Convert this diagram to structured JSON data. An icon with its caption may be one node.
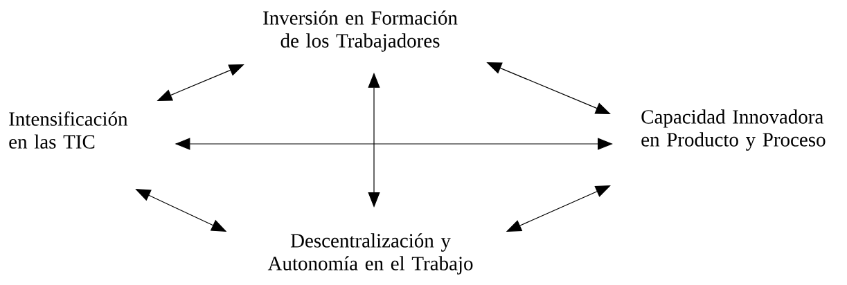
{
  "diagram": {
    "nodes": [
      {
        "text": [
          "Intensificación en las TIC"
        ]
      },
      {
        "text": [
          "Inversión en Formación de los Trabajadores"
        ]
      },
      {
        "text": [
          "Capacidad Innovadora en Producto y Proceso"
        ]
      },
      {
        "text": [
          "Descentralización y Autonomía en el Trabajo"
        ]
      }
    ],
    "edges": [
      {
        "from": 0,
        "to": 1,
        "arrow": "both"
      },
      {
        "from": 1,
        "to": 2,
        "arrow": "both"
      },
      {
        "from": 0,
        "to": 2,
        "arrow": "both"
      },
      {
        "from": 1,
        "to": 3,
        "arrow": "both"
      },
      {
        "from": 0,
        "to": 3,
        "arrow": "both"
      },
      {
        "from": 3,
        "to": 2,
        "arrow": "both"
      }
    ]
  }
}
